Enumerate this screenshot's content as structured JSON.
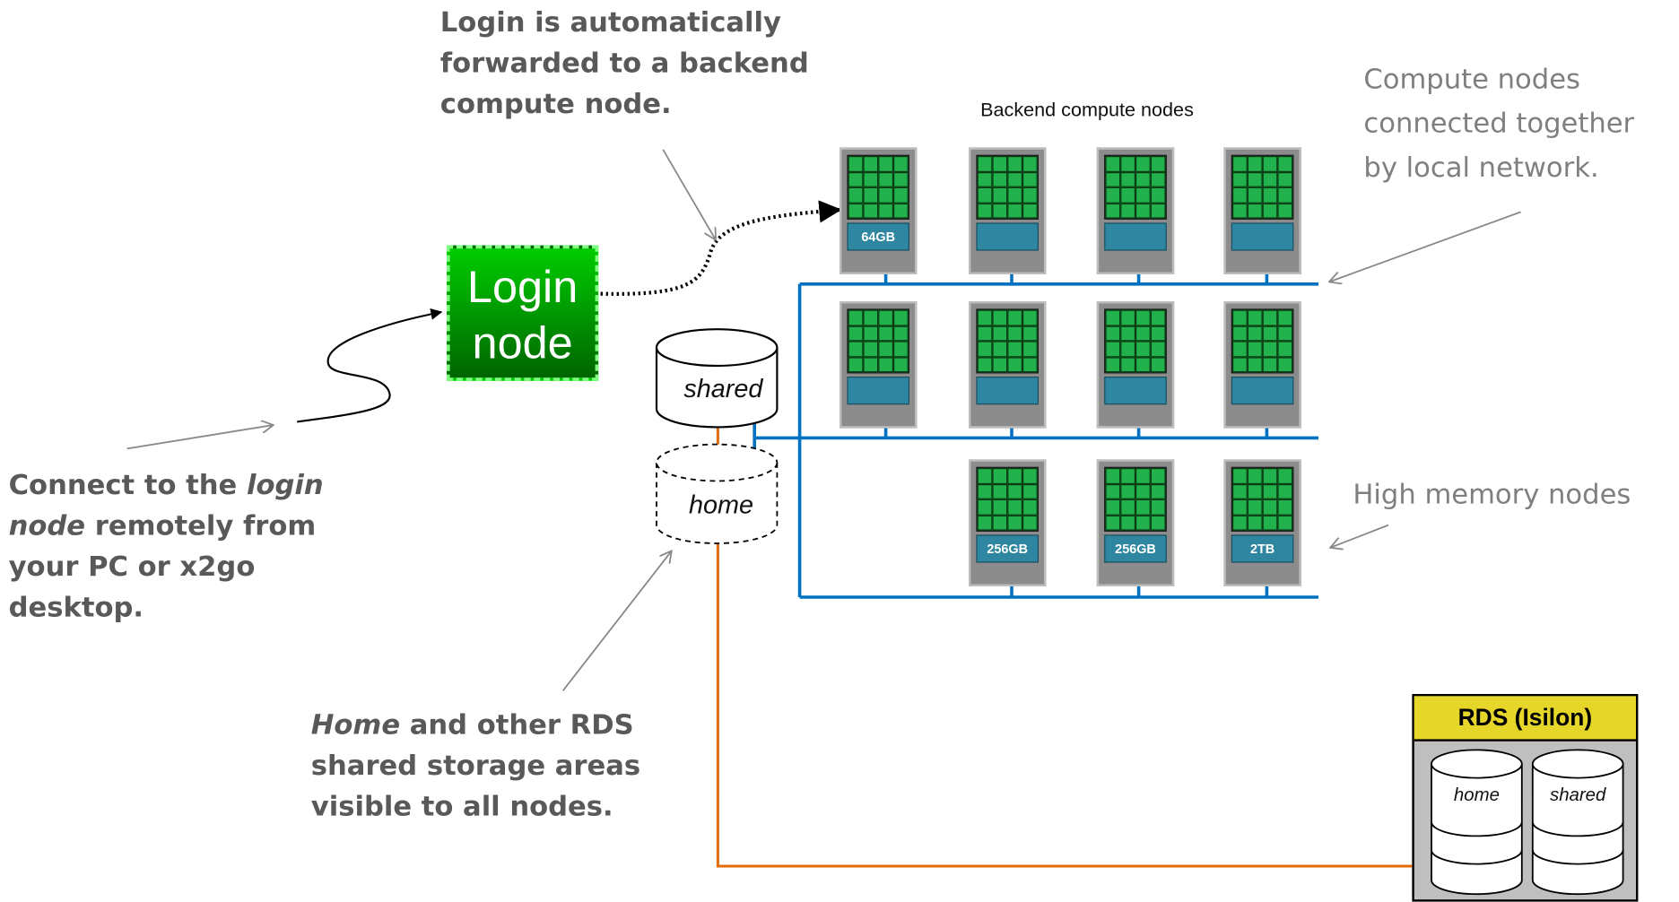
{
  "annotations": {
    "login_forward": "Login is automatically forwarded to a backend compute node.",
    "connect_prefix": "Connect to the ",
    "connect_italic": "login node",
    "connect_suffix": " remotely from your PC or x2go desktop.",
    "home_italic": "Home",
    "home_suffix": " and other RDS shared storage areas visible to all nodes.",
    "compute_network_line1": "Compute nodes",
    "compute_network_line2": "connected together",
    "compute_network_line3": "by local network.",
    "high_memory": "High memory nodes"
  },
  "backend_title": "Backend compute nodes",
  "login_node": {
    "line1": "Login",
    "line2": "node"
  },
  "storage": {
    "shared": "shared",
    "home": "home"
  },
  "rds": {
    "title": "RDS (Isilon)",
    "home": "home",
    "shared": "shared"
  },
  "node_memory_labels": [
    "64GB",
    "",
    "",
    "",
    "",
    "",
    "",
    "",
    "256GB",
    "256GB",
    "2TB"
  ],
  "colors": {
    "core_green": "#22b14c",
    "memory_blue": "#2e86a0",
    "network_blue": "#0070c0",
    "storage_link_orange": "#e36c09",
    "rds_header_yellow": "#e6d62a",
    "login_green": "#00b300"
  }
}
